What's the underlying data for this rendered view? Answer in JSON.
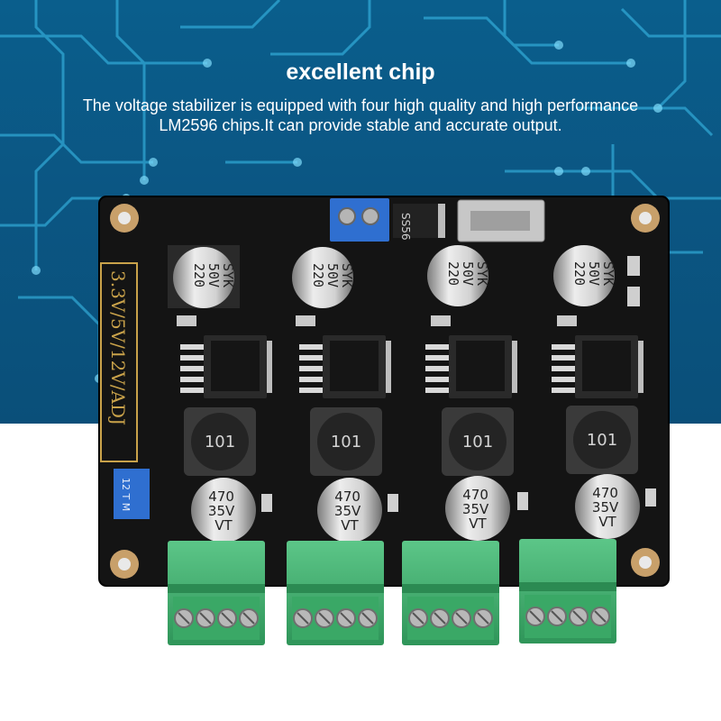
{
  "headline": "excellent chip",
  "description": {
    "line1": "The voltage stabilizer is equipped with four high quality and high performance",
    "line2": "LM2596 chips.It can provide stable and accurate output."
  },
  "board": {
    "silkscreen_label": "3.3V/5V/12V/ADJ",
    "diode_marking": "SS56",
    "trimmer_marking": "12 T M",
    "input_capacitor": {
      "line1": "220",
      "line2": "50V",
      "line3": "SYK"
    },
    "inductor_marking": "101",
    "output_capacitor": {
      "line1": "470",
      "line2": "35V",
      "line3": "VT"
    }
  },
  "colors": {
    "banner": "#0b5683",
    "pcb": "#141414",
    "terminal": "#3fae6a",
    "input_terminal": "#2f6fd0",
    "silk": "#c9a24a"
  }
}
